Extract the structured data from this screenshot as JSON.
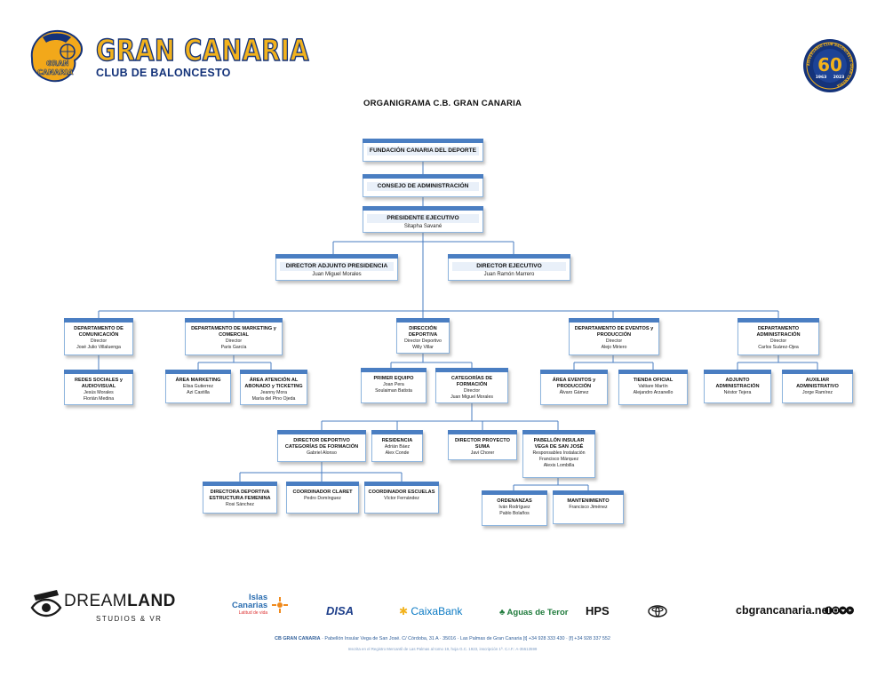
{
  "header": {
    "title": "GRAN CANARIA",
    "subtitle": "CLUB DE BALONCESTO",
    "logo_text": [
      "GRAN",
      "CANARIA"
    ],
    "anniversary": {
      "number": "60",
      "years": [
        "1963",
        "2023"
      ],
      "ring_text": "ANIVERSARIO CLUB BALONCESTO GRAN CANARIA"
    }
  },
  "page_title": "ORGANIGRAMA C.B. GRAN CANARIA",
  "nodes": {
    "fundacion": {
      "title": "FUNDACIÓN CANARIA DEL DEPORTE",
      "people": []
    },
    "consejo": {
      "title": "CONSEJO DE ADMINISTRACIÓN",
      "people": []
    },
    "presidente": {
      "title": "PRESIDENTE EJECUTIVO",
      "people": [
        "Sitapha Savané"
      ]
    },
    "adjunto": {
      "title": "DIRECTOR ADJUNTO PRESIDENCIA",
      "people": [
        "Juan Miguel Morales"
      ]
    },
    "ejecutivo": {
      "title": "DIRECTOR EJECUTIVO",
      "people": [
        "Juan Ramón Marrero"
      ]
    },
    "comunicacion": {
      "title": "DEPARTAMENTO DE COMUNICACIÓN",
      "people": [
        "Director",
        "José Julio Villaluenga"
      ]
    },
    "redes": {
      "title": "REDES SOCIALES y AUDIOVISUAL",
      "people": [
        "Jesús Morales",
        "Florián Medina"
      ]
    },
    "marketing": {
      "title": "DEPARTAMENTO DE MARKETING y COMERCIAL",
      "people": [
        "Director",
        "Paris García"
      ]
    },
    "area_marketing": {
      "title": "ÁREA MARKETING",
      "people": [
        "Elisa Gutierrez",
        "Azi Castilla"
      ]
    },
    "atencion": {
      "title": "ÁREA ATENCIÓN AL ABONADO y TICKETING",
      "people": [
        "Jeanny Mora",
        "María del Pino Ojeda"
      ]
    },
    "deportiva": {
      "title": "DIRECCIÓN DEPORTIVA",
      "people": [
        "Director Deportivo",
        "Willy Villar"
      ]
    },
    "primer_equipo": {
      "title": "PRIMER EQUIPO",
      "people": [
        "Joan Pera",
        "Soulaiman Batista"
      ]
    },
    "categorias": {
      "title": "CATEGORÍAS DE FORMACIÓN",
      "people": [
        "Director",
        "Juan Miguel Morales"
      ]
    },
    "eventos": {
      "title": "DEPARTAMENTO DE EVENTOS y PRODUCCIÓN",
      "people": [
        "Director",
        "Alejo Miriero"
      ]
    },
    "area_eventos": {
      "title": "ÁREA EVENTOS y PRODUCCIÓN",
      "people": [
        "Álvaro Gámez"
      ]
    },
    "tienda": {
      "title": "TIENDA OFICIAL",
      "people": [
        "Valtiare Martín",
        "Alejandro Arzanello"
      ]
    },
    "administracion": {
      "title": "DEPARTAMENTO ADMINISTRACIÓN",
      "people": [
        "Director",
        "Carlos Suárez-Ojea"
      ]
    },
    "adj_admin": {
      "title": "ADJUNTO ADMINISTRACIÓN",
      "people": [
        "Néstor Tejera"
      ]
    },
    "auxiliar": {
      "title": "AUXILIAR ADMINISTRATIVO",
      "people": [
        "Jorge Ramírez"
      ]
    },
    "dir_formacion": {
      "title": "DIRECTOR DEPORTIVO CATEGORÍAS DE FORMACIÓN",
      "people": [
        "Gabriel Alonso"
      ]
    },
    "residencia": {
      "title": "RESIDENCIA",
      "people": [
        "Adrián Báez",
        "Alex Conde"
      ]
    },
    "suma": {
      "title": "DIRECTOR PROYECTO SUMA",
      "people": [
        "Javi Chorer"
      ]
    },
    "pabellon": {
      "title": "PABELLÓN INSULAR VEGA DE SAN JOSÉ",
      "people": [
        "Responsables Instalación",
        "Francisco Márquez",
        "Alexis Lombilla"
      ]
    },
    "femenina": {
      "title": "DIRECTORA DEPORTIVA ESTRUCTURA FEMENINA",
      "people": [
        "Rosi Sánchez"
      ]
    },
    "claret": {
      "title": "COORDINADOR CLARET",
      "people": [
        "Pedro Domínguez"
      ]
    },
    "escuelas": {
      "title": "COORDINADOR ESCUELAS",
      "people": [
        "Víctor Fernández"
      ]
    },
    "ordenanzas": {
      "title": "ORDENANZAS",
      "people": [
        "Iván Rodríguez",
        "Pablo Bolaños"
      ]
    },
    "mantenimiento": {
      "title": "MANTENIMIENTO",
      "people": [
        "Francisco Jiménez"
      ]
    }
  },
  "footer": {
    "dreamland": {
      "name_light": "DREAM",
      "name_bold": "LAND",
      "sub": "STUDIOS & VR"
    },
    "sponsors": {
      "islas_1": "Islas",
      "islas_2": "Canarias",
      "islas_3": "Latitud de vida",
      "disa": "DISA",
      "caixa": "CaixaBank",
      "aguas": "Aguas de Teror",
      "hps": "HPS"
    },
    "website": "cbgrancanaria.net",
    "address_org": "CB GRAN CANARIA",
    "address_rest": " · Pabellón Insular Vega de San José. C/ Córdoba, 31 A  ·  35016 · Las Palmas de Gran Canaria [t] +34 928 333 430  ·  [f] +34 928 337 552",
    "registry": "Inscrita en el Registro Mercantil de Las Palmas al tomo 19, hoja G.C. 1923, inscripción 1ª. C.I.F.: A-35513599"
  },
  "colors": {
    "node_header": "#4a7ec2",
    "node_border": "#8db4dd",
    "connector": "#4a7ec2",
    "brand_yellow": "#f2b21c",
    "brand_blue": "#14337a"
  }
}
